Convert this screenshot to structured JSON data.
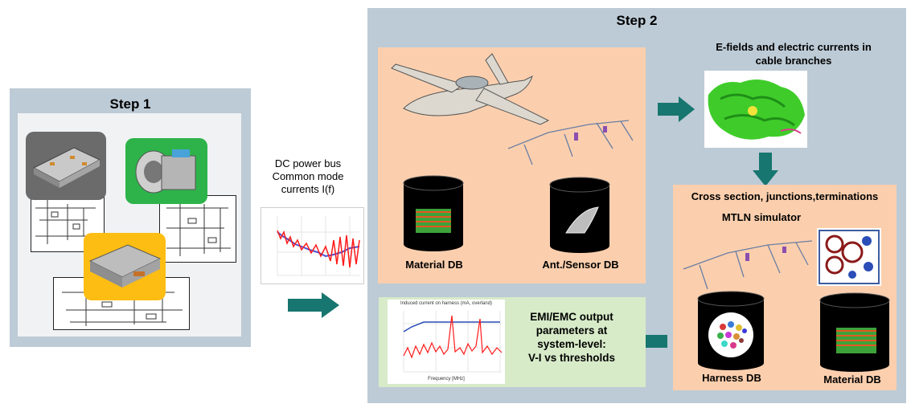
{
  "step1": {
    "title": "Step 1"
  },
  "middle": {
    "line1": "DC power bus",
    "line2": "Common mode",
    "line3": "currents I(f)"
  },
  "step2": {
    "title": "Step 2",
    "efields_line1": "E-fields and electric currents in",
    "efields_line2": "cable branches",
    "material_db_1": "Material DB",
    "ant_db": "Ant./Sensor DB",
    "cross_section": "Cross section, junctions,terminations",
    "mtln": "MTLN simulator",
    "harness_db": "Harness DB",
    "material_db_2": "Material DB",
    "output_lines": [
      "EMI/EMC output",
      "parameters at",
      "system-level:",
      "V-I vs thresholds"
    ],
    "plot_title": "Induced current on harness (mA, overland)",
    "plot_xlabel": "Frequency [MHz]"
  },
  "colors": {
    "panel_bg": "#bdcbd6",
    "peach": "#fbcfae",
    "green_panel": "#d7ebc9",
    "arrow": "#17766f",
    "card_orange": "#fdbd13",
    "card_green": "#2db34a",
    "card_gray": "#6b6b6b"
  }
}
